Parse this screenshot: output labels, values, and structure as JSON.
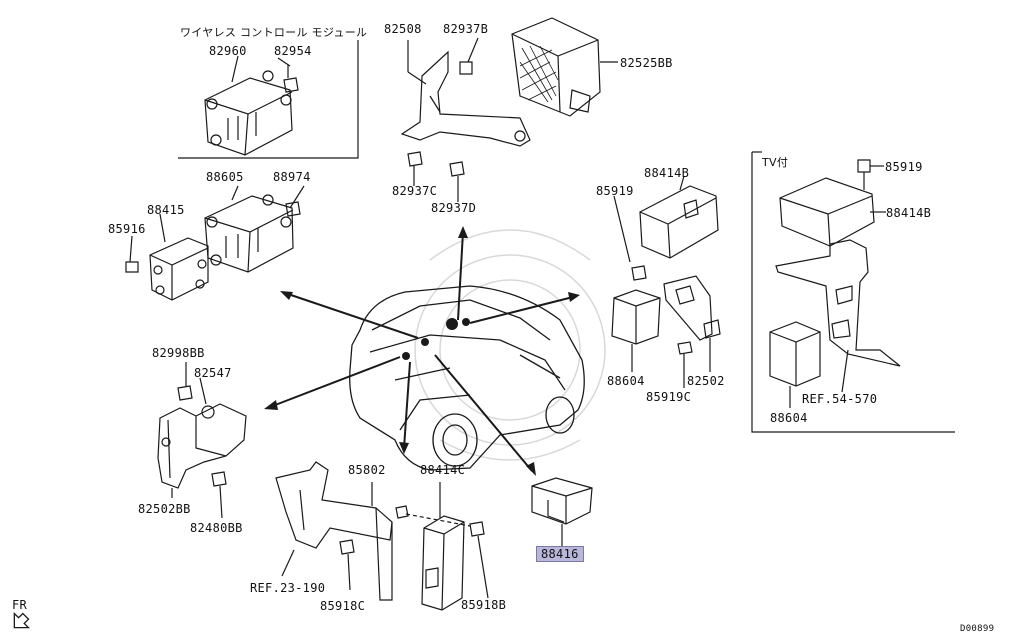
{
  "diagram": {
    "header_jp": "ワイヤレス コントロール モジュール",
    "tv_label": "TV付",
    "highlight_color": "#b9b7d9",
    "line_color": "#1a1a1a",
    "fr_label": "FR",
    "code": "D00899",
    "parts": {
      "p82960": "82960",
      "p82954": "82954",
      "p82508": "82508",
      "p82937B": "82937B",
      "p82525BB": "82525BB",
      "p82937C": "82937C",
      "p82937D": "82937D",
      "p88605": "88605",
      "p88974": "88974",
      "p88415": "88415",
      "p85916": "85916",
      "p88414B_a": "88414B",
      "p85919_a": "85919",
      "p88604_a": "88604",
      "p82502": "82502",
      "p85919C": "85919C",
      "p85919_b": "85919",
      "p88414B_b": "88414B",
      "p88604_b": "88604",
      "ref54": "REF.54-570",
      "p82998BB": "82998BB",
      "p82547": "82547",
      "p82502BB": "82502BB",
      "p82480BB": "82480BB",
      "p85802": "85802",
      "p88414C": "88414C",
      "ref23": "REF.23-190",
      "p85918C": "85918C",
      "p85918B": "85918B",
      "p88416": "88416"
    }
  }
}
